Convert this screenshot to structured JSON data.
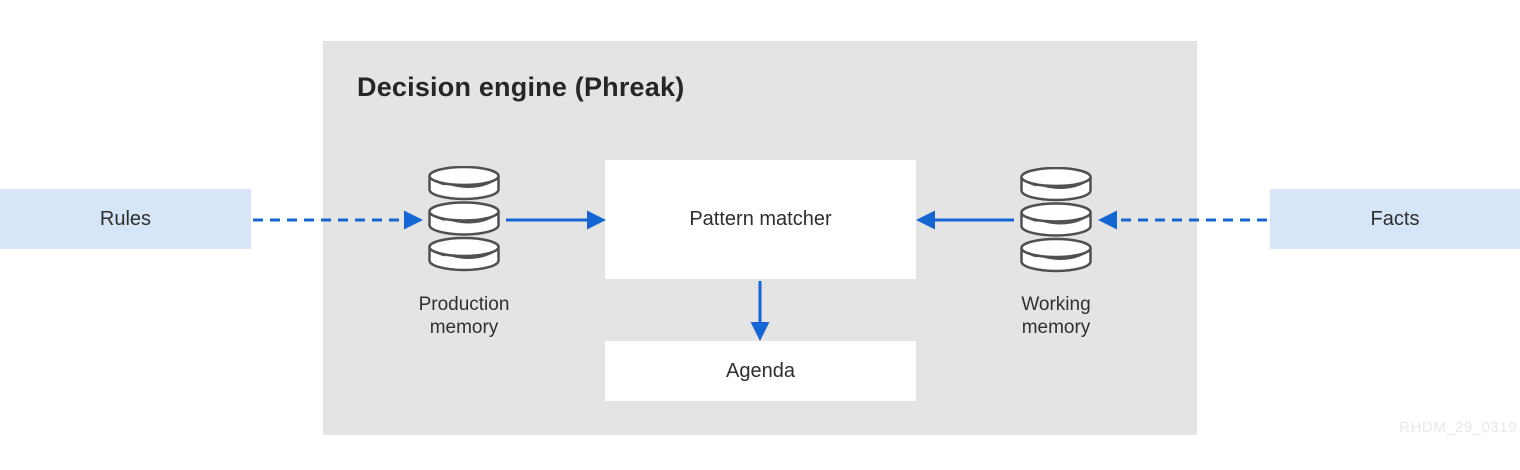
{
  "diagram": {
    "title": "Decision engine (Phreak)",
    "watermark": "RHDM_29_0319"
  },
  "nodes": {
    "rules": {
      "label": "Rules"
    },
    "facts": {
      "label": "Facts"
    },
    "production_memory": {
      "label": "Production\nmemory",
      "icon": "database-icon"
    },
    "working_memory": {
      "label": "Working\nmemory",
      "icon": "database-icon"
    },
    "pattern_matcher": {
      "label": "Pattern matcher"
    },
    "agenda": {
      "label": "Agenda"
    }
  },
  "edges": [
    {
      "from": "rules",
      "to": "production_memory",
      "style": "dashed",
      "direction": "right"
    },
    {
      "from": "production_memory",
      "to": "pattern_matcher",
      "style": "solid",
      "direction": "right"
    },
    {
      "from": "working_memory",
      "to": "pattern_matcher",
      "style": "solid",
      "direction": "left"
    },
    {
      "from": "facts",
      "to": "working_memory",
      "style": "dashed",
      "direction": "left"
    },
    {
      "from": "pattern_matcher",
      "to": "agenda",
      "style": "solid",
      "direction": "down"
    }
  ],
  "colors": {
    "container_bg": "#e4e4e4",
    "io_box_bg": "#d6e5f7",
    "node_bg": "#ffffff",
    "arrow": "#1467d2",
    "icon_stroke": "#4f5052",
    "title_text": "#262626",
    "label_text": "#2e2e2e",
    "watermark_text": "#e8e8e8"
  }
}
